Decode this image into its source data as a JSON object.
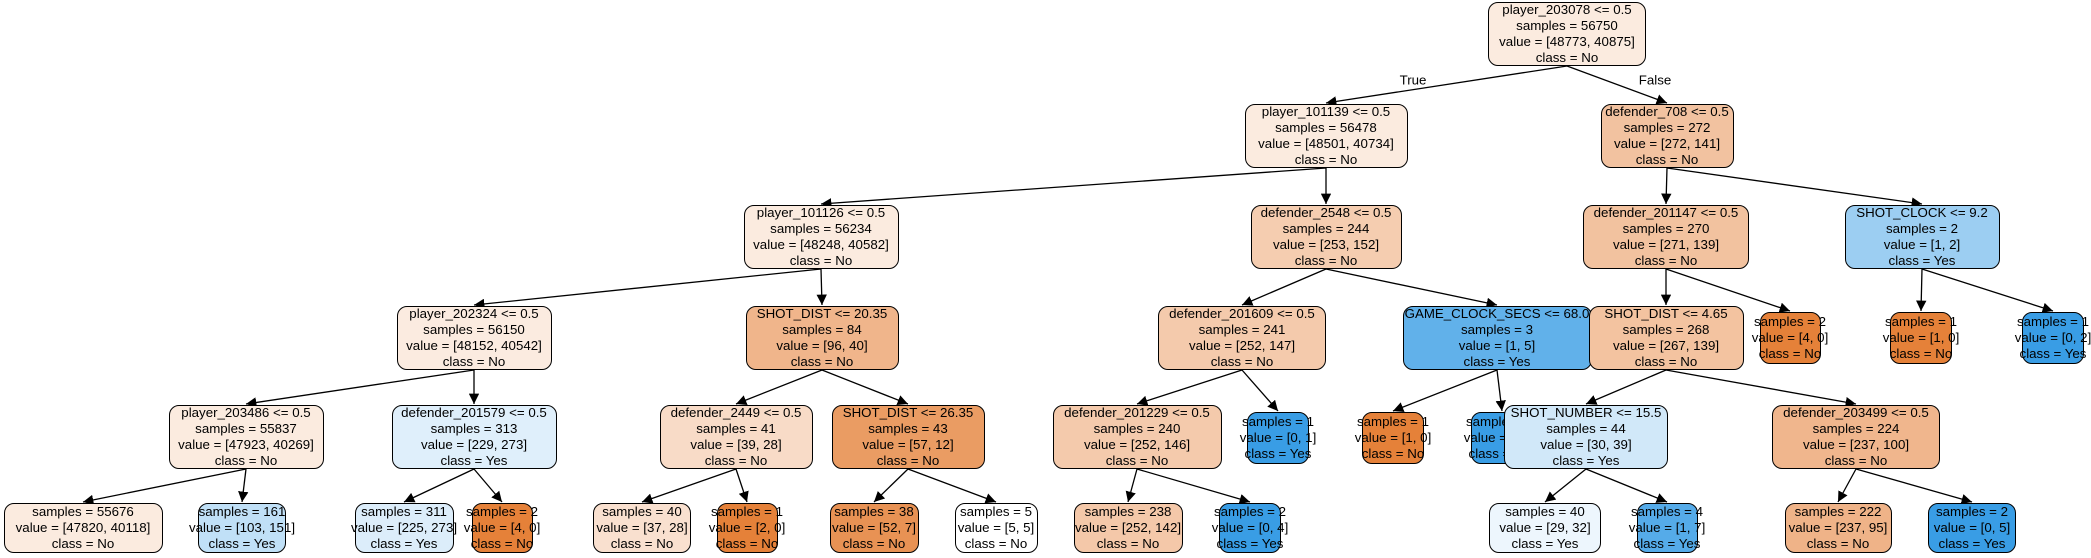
{
  "tree": {
    "edge_labels": {
      "true_label": "True",
      "false_label": "False"
    },
    "colors": {
      "no_strong": "#e58139",
      "yes_strong": "#399de5",
      "edge": "#000000"
    },
    "nodes": [
      {
        "id": "n0",
        "lines": [
          "player_203078 <= 0.5",
          "samples = 56750",
          "value = [48773, 40875]",
          "class = No"
        ],
        "fill": "#fbebdf"
      },
      {
        "id": "n1",
        "lines": [
          "player_101139 <= 0.5",
          "samples = 56478",
          "value = [48501, 40734]",
          "class = No"
        ],
        "fill": "#fbebdf"
      },
      {
        "id": "n2",
        "lines": [
          "defender_708 <= 0.5",
          "samples = 272",
          "value = [272, 141]",
          "class = No"
        ],
        "fill": "#f2c2a0"
      },
      {
        "id": "n3",
        "lines": [
          "player_101126 <= 0.5",
          "samples = 56234",
          "value = [48248, 40582]",
          "class = No"
        ],
        "fill": "#fbebdf"
      },
      {
        "id": "n4",
        "lines": [
          "defender_2548 <= 0.5",
          "samples = 244",
          "value = [253, 152]",
          "class = No"
        ],
        "fill": "#f5cdb0"
      },
      {
        "id": "n5",
        "lines": [
          "defender_201147 <= 0.5",
          "samples = 270",
          "value = [271, 139]",
          "class = No"
        ],
        "fill": "#f2c29f"
      },
      {
        "id": "n6",
        "lines": [
          "SHOT_CLOCK <= 9.2",
          "samples = 2",
          "value = [1, 2]",
          "class = Yes"
        ],
        "fill": "#9ccef2"
      },
      {
        "id": "n7",
        "lines": [
          "player_202324 <= 0.5",
          "samples = 56150",
          "value = [48152, 40542]",
          "class = No"
        ],
        "fill": "#fbebe0"
      },
      {
        "id": "n8",
        "lines": [
          "SHOT_DIST <= 20.35",
          "samples = 84",
          "value = [96, 40]",
          "class = No"
        ],
        "fill": "#f0b58b"
      },
      {
        "id": "n9",
        "lines": [
          "defender_201609 <= 0.5",
          "samples = 241",
          "value = [252, 147]",
          "class = No"
        ],
        "fill": "#f4caac"
      },
      {
        "id": "n10",
        "lines": [
          "GAME_CLOCK_SECS <= 68.0",
          "samples = 3",
          "value = [1, 5]",
          "class = Yes"
        ],
        "fill": "#61b1ea"
      },
      {
        "id": "n11",
        "lines": [
          "SHOT_DIST <= 4.65",
          "samples = 268",
          "value = [267, 139]",
          "class = No"
        ],
        "fill": "#f3c3a0"
      },
      {
        "id": "n12",
        "lines": [
          "samples = 2",
          "value = [4, 0]",
          "class = No"
        ],
        "fill": "#e58139"
      },
      {
        "id": "n13",
        "lines": [
          "samples = 1",
          "value = [1, 0]",
          "class = No"
        ],
        "fill": "#e58139"
      },
      {
        "id": "n14",
        "lines": [
          "samples = 1",
          "value = [0, 2]",
          "class = Yes"
        ],
        "fill": "#399de5"
      },
      {
        "id": "n15",
        "lines": [
          "player_203486 <= 0.5",
          "samples = 55837",
          "value = [47923, 40269]",
          "class = No"
        ],
        "fill": "#fbebdf"
      },
      {
        "id": "n16",
        "lines": [
          "defender_201579 <= 0.5",
          "samples = 313",
          "value = [229, 273]",
          "class = Yes"
        ],
        "fill": "#dfeffb"
      },
      {
        "id": "n17",
        "lines": [
          "defender_2449 <= 0.5",
          "samples = 41",
          "value = [39, 28]",
          "class = No"
        ],
        "fill": "#f8dbc7"
      },
      {
        "id": "n18",
        "lines": [
          "SHOT_DIST <= 26.35",
          "samples = 43",
          "value = [57, 12]",
          "class = No"
        ],
        "fill": "#ea9c63"
      },
      {
        "id": "n19",
        "lines": [
          "defender_201229 <= 0.5",
          "samples = 240",
          "value = [252, 146]",
          "class = No"
        ],
        "fill": "#f4caac"
      },
      {
        "id": "n20",
        "lines": [
          "samples = 1",
          "value = [0, 1]",
          "class = Yes"
        ],
        "fill": "#399de5"
      },
      {
        "id": "n21",
        "lines": [
          "samples = 1",
          "value = [1, 0]",
          "class = No"
        ],
        "fill": "#e58139"
      },
      {
        "id": "n22",
        "lines": [
          "samples = 2",
          "value = [0, 5]",
          "class = Yes"
        ],
        "fill": "#399de5"
      },
      {
        "id": "n23",
        "lines": [
          "SHOT_NUMBER <= 15.5",
          "samples = 44",
          "value = [30, 39]",
          "class = Yes"
        ],
        "fill": "#d1e8f9"
      },
      {
        "id": "n24",
        "lines": [
          "defender_203499 <= 0.5",
          "samples = 224",
          "value = [237, 100]",
          "class = No"
        ],
        "fill": "#f0b68d"
      },
      {
        "id": "n25",
        "lines": [
          "samples = 55676",
          "value = [47820, 40118]",
          "class = No"
        ],
        "fill": "#fbebdf"
      },
      {
        "id": "n26",
        "lines": [
          "samples = 161",
          "value = [103, 151]",
          "class = Yes"
        ],
        "fill": "#c0e0f7"
      },
      {
        "id": "n27",
        "lines": [
          "samples = 311",
          "value = [225, 273]",
          "class = Yes"
        ],
        "fill": "#dcedfa"
      },
      {
        "id": "n28",
        "lines": [
          "samples = 2",
          "value = [4, 0]",
          "class = No"
        ],
        "fill": "#e58139"
      },
      {
        "id": "n29",
        "lines": [
          "samples = 40",
          "value = [37, 28]",
          "class = No"
        ],
        "fill": "#f9e0cf"
      },
      {
        "id": "n30",
        "lines": [
          "samples = 1",
          "value = [2, 0]",
          "class = No"
        ],
        "fill": "#e58139"
      },
      {
        "id": "n31",
        "lines": [
          "samples = 38",
          "value = [52, 7]",
          "class = No"
        ],
        "fill": "#e89254"
      },
      {
        "id": "n32",
        "lines": [
          "samples = 5",
          "value = [5, 5]",
          "class = No"
        ],
        "fill": "#ffffff"
      },
      {
        "id": "n33",
        "lines": [
          "samples = 238",
          "value = [252, 142]",
          "class = No"
        ],
        "fill": "#f4c8a9"
      },
      {
        "id": "n34",
        "lines": [
          "samples = 2",
          "value = [0, 4]",
          "class = Yes"
        ],
        "fill": "#399de5"
      },
      {
        "id": "n35",
        "lines": [
          "samples = 40",
          "value = [29, 32]",
          "class = Yes"
        ],
        "fill": "#edf6fd"
      },
      {
        "id": "n36",
        "lines": [
          "samples = 4",
          "value = [1, 7]",
          "class = Yes"
        ],
        "fill": "#55abe9"
      },
      {
        "id": "n37",
        "lines": [
          "samples = 222",
          "value = [237, 95]",
          "class = No"
        ],
        "fill": "#efb388"
      },
      {
        "id": "n38",
        "lines": [
          "samples = 2",
          "value = [0, 5]",
          "class = Yes"
        ],
        "fill": "#399de5"
      }
    ],
    "edges": [
      [
        "n0",
        "n1"
      ],
      [
        "n0",
        "n2"
      ],
      [
        "n1",
        "n3"
      ],
      [
        "n1",
        "n4"
      ],
      [
        "n2",
        "n5"
      ],
      [
        "n2",
        "n6"
      ],
      [
        "n3",
        "n7"
      ],
      [
        "n3",
        "n8"
      ],
      [
        "n4",
        "n9"
      ],
      [
        "n4",
        "n10"
      ],
      [
        "n5",
        "n11"
      ],
      [
        "n5",
        "n12"
      ],
      [
        "n6",
        "n13"
      ],
      [
        "n6",
        "n14"
      ],
      [
        "n7",
        "n15"
      ],
      [
        "n7",
        "n16"
      ],
      [
        "n8",
        "n17"
      ],
      [
        "n8",
        "n18"
      ],
      [
        "n9",
        "n19"
      ],
      [
        "n9",
        "n20"
      ],
      [
        "n10",
        "n21"
      ],
      [
        "n10",
        "n22"
      ],
      [
        "n11",
        "n23"
      ],
      [
        "n11",
        "n24"
      ],
      [
        "n15",
        "n25"
      ],
      [
        "n15",
        "n26"
      ],
      [
        "n16",
        "n27"
      ],
      [
        "n16",
        "n28"
      ],
      [
        "n17",
        "n29"
      ],
      [
        "n17",
        "n30"
      ],
      [
        "n18",
        "n31"
      ],
      [
        "n18",
        "n32"
      ],
      [
        "n19",
        "n33"
      ],
      [
        "n19",
        "n34"
      ],
      [
        "n23",
        "n35"
      ],
      [
        "n23",
        "n36"
      ],
      [
        "n24",
        "n37"
      ],
      [
        "n24",
        "n38"
      ]
    ]
  }
}
